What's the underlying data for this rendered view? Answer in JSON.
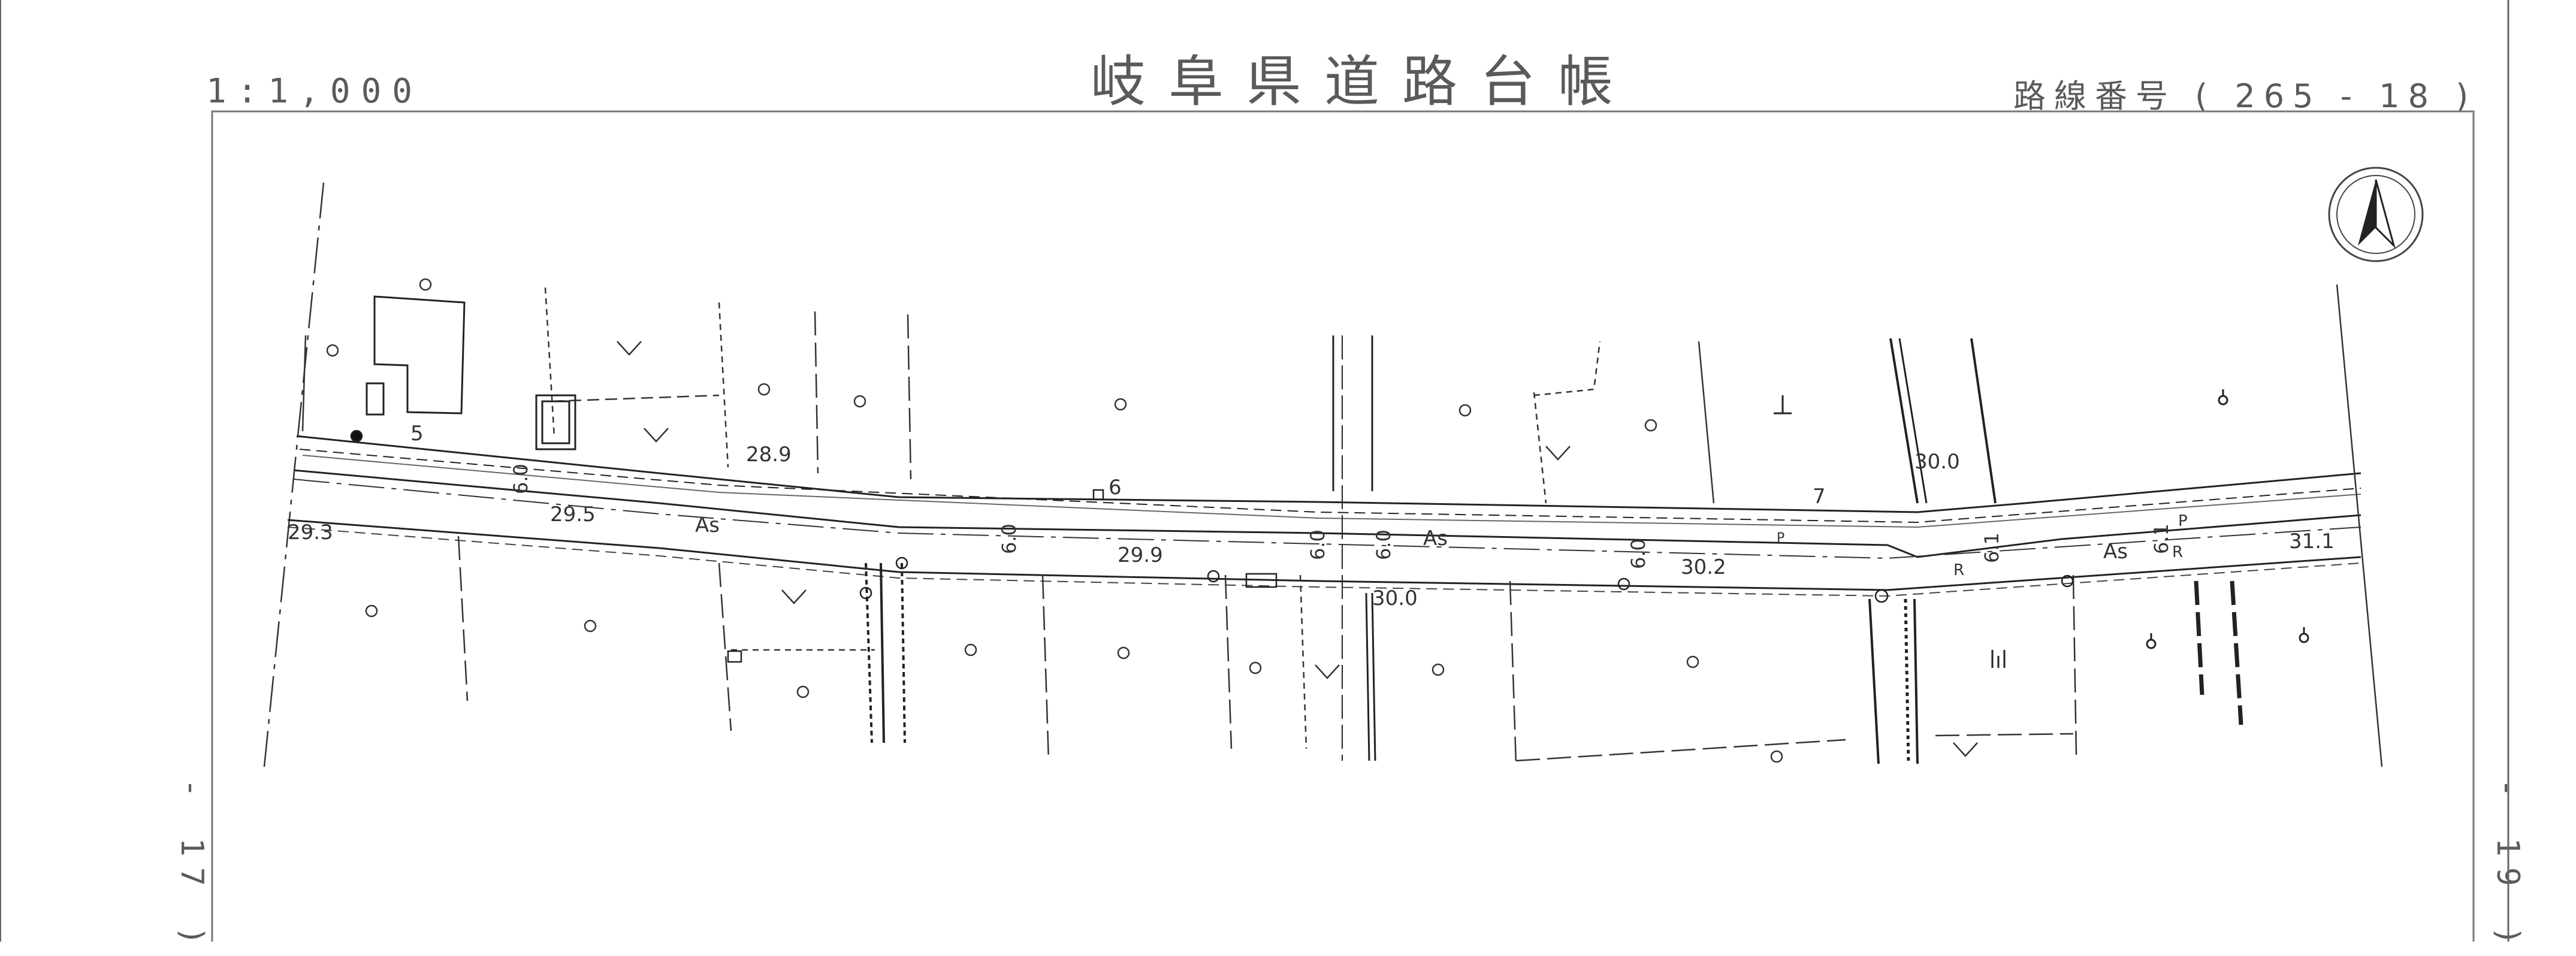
{
  "header": {
    "title": "岐阜県道路台帳",
    "scale": "1:1,000",
    "route_number": "路線番号 ( 265 - 18 )"
  },
  "edges": {
    "left_sheet_ref": "- 17 )",
    "right_sheet_ref": "- 19 )"
  },
  "map": {
    "elevations": {
      "e1": "29.3",
      "e2": "29.5",
      "e3": "28.9",
      "e4": "29.9",
      "e5": "30.0",
      "e6": "30.2",
      "e7": "30.0",
      "e8": "31.1"
    },
    "widths": {
      "w1": "6.0",
      "w2": "6.0",
      "w3": "6.0",
      "w4": "6.0",
      "w5": "6.0",
      "w6": "6.1",
      "w7": "6.1"
    },
    "surface": {
      "s1": "As",
      "s2": "As",
      "s3": "As"
    },
    "numbers": {
      "n5": "5",
      "n6": "6",
      "n7": "7"
    },
    "markers": {
      "r1": "R",
      "r2": "R",
      "p1": "P",
      "p2": "P"
    },
    "north_arrow": "north-arrow-icon",
    "land_use_symbols": [
      "field-circle-symbol",
      "paddy-v-symbol",
      "orchard-symbol",
      "wasteland-symbol"
    ]
  }
}
